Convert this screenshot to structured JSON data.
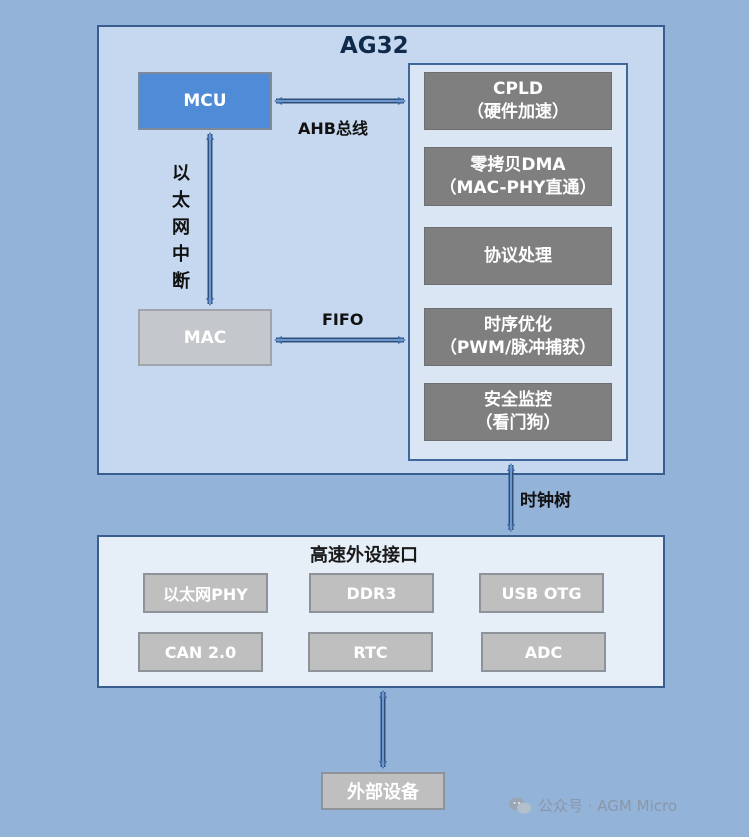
{
  "title": "AG32",
  "mcu": "MCU",
  "mac": "MAC",
  "bus_label": "AHB总线",
  "fifo_label": "FIFO",
  "interrupt_label": "以太网中断",
  "clock_label": "时钟树",
  "functions": [
    {
      "line1": "CPLD",
      "line2": "（硬件加速）"
    },
    {
      "line1": "零拷贝DMA",
      "line2": "（MAC-PHY直通）"
    },
    {
      "line1": "协议处理",
      "line2": ""
    },
    {
      "line1": "时序优化",
      "line2": "（PWM/脉冲捕获）"
    },
    {
      "line1": "安全监控",
      "line2": "（看门狗）"
    }
  ],
  "peripherals": {
    "title": "高速外设接口",
    "items": [
      "以太网PHY",
      "DDR3",
      "USB OTG",
      "CAN 2.0",
      "RTC",
      "ADC"
    ]
  },
  "external": "外部设备",
  "watermark": "公众号 · AGM Micro",
  "colors": {
    "background": "#94b3d9",
    "arrow": "#3f6aa3",
    "mcu_fill": "#4f8bd6",
    "function_fill": "#7f7f7f",
    "chip_fill": "#bfbfbf"
  }
}
